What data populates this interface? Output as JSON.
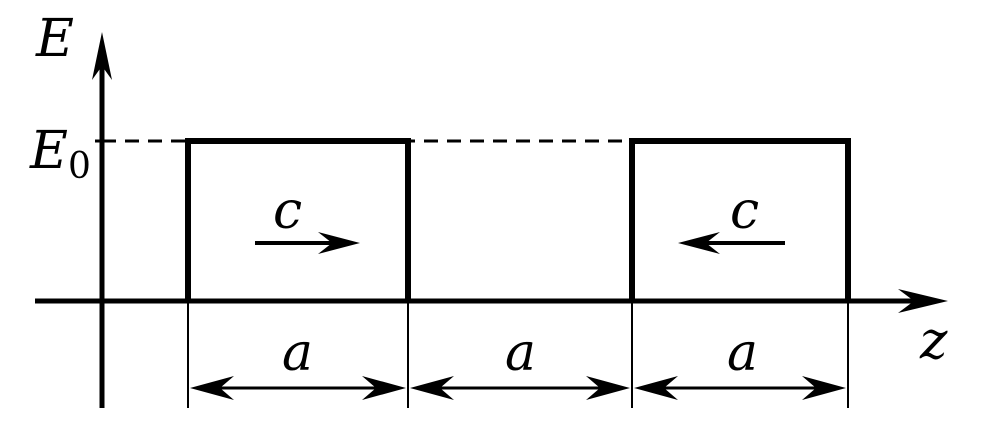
{
  "labels": {
    "y_axis": "E",
    "x_axis": "z",
    "level_symbol": "E",
    "level_subscript": "0",
    "pulse_left_velocity": "c",
    "pulse_right_velocity": "c",
    "width_1": "a",
    "width_2": "a",
    "width_3": "a"
  },
  "colors": {
    "ink": "#000000",
    "background": "#ffffff"
  }
}
